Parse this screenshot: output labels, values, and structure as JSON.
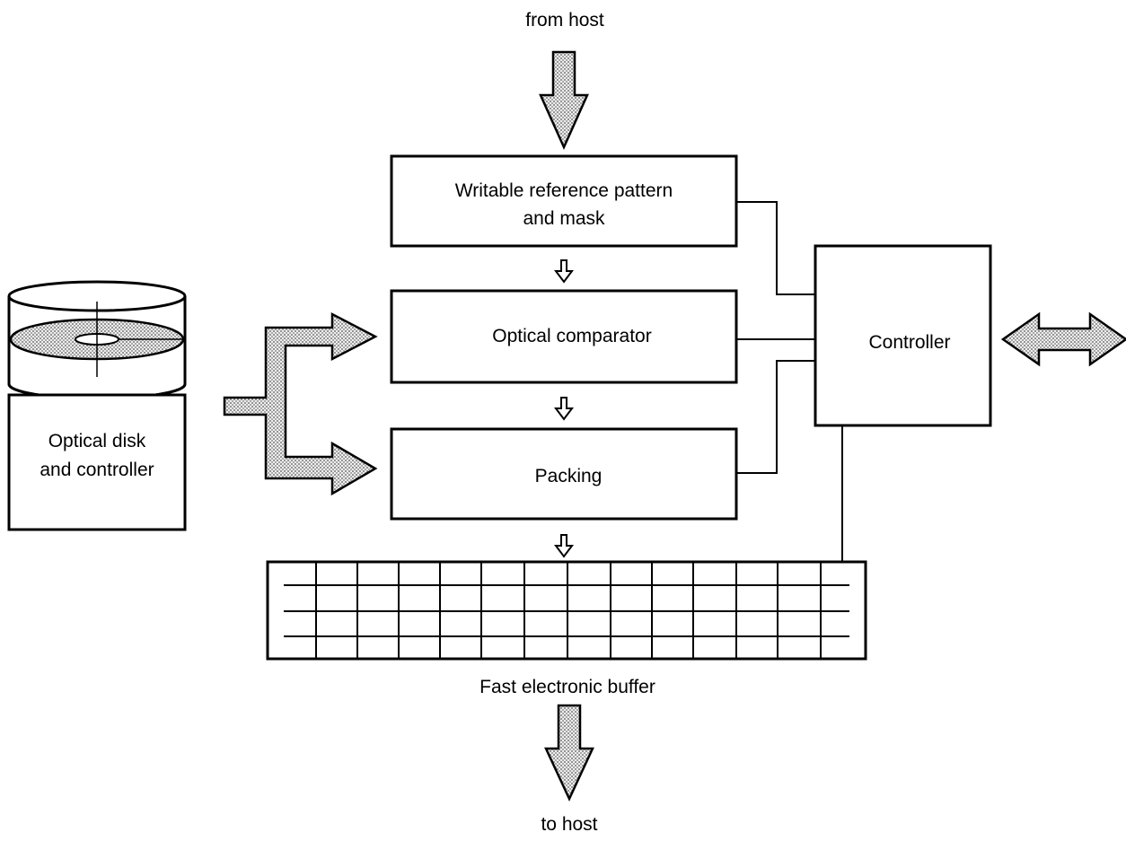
{
  "labels": {
    "from_host": "from host",
    "to_host": "to host",
    "reference_line1": "Writable reference pattern",
    "reference_line2": "and mask",
    "comparator": "Optical comparator",
    "packing": "Packing",
    "controller": "Controller",
    "disk_line1": "Optical disk",
    "disk_line2": "and controller",
    "buffer": "Fast electronic buffer"
  },
  "colors": {
    "stroke": "#000000",
    "stipple_dot": "#555555",
    "stipple_bg": "#eeeeee"
  },
  "icons": {
    "disk": "optical-disk-icon",
    "arrow_in": "host-input-arrow",
    "arrow_out": "host-output-arrow"
  }
}
